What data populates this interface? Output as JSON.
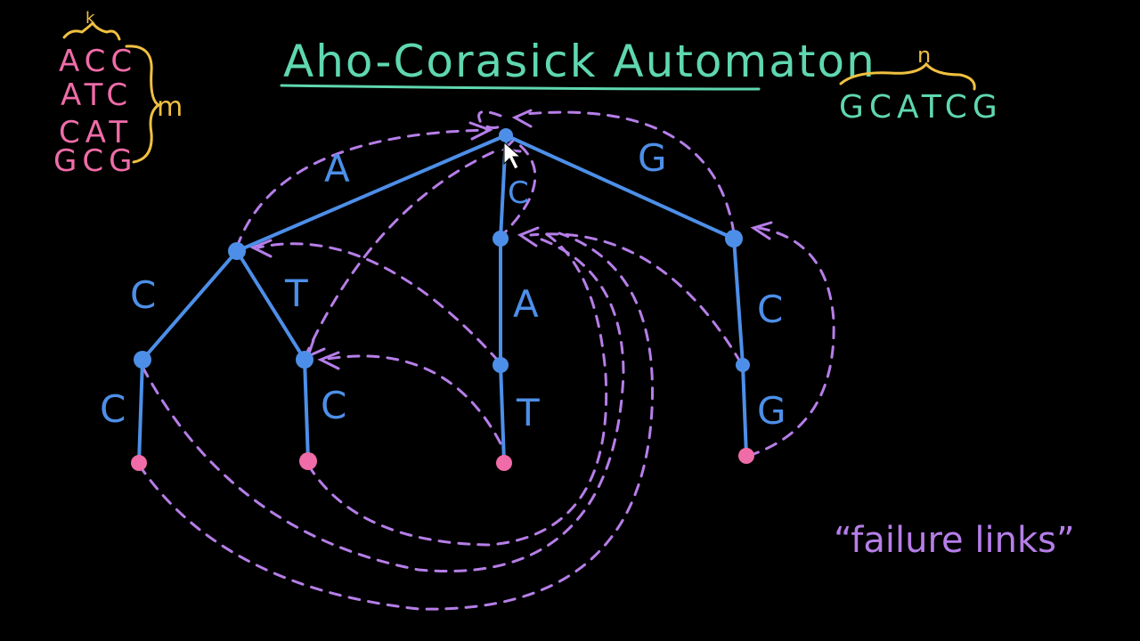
{
  "title": "Aho-Corasick Automaton",
  "patterns": {
    "items": [
      "ACC",
      "ATC",
      "CAT",
      "GCG"
    ],
    "length_label": "k",
    "count_label": "m"
  },
  "text": {
    "value": "GCATCG",
    "length_label": "n"
  },
  "trie": {
    "edge_labels": {
      "root_a": "A",
      "root_c": "C",
      "root_g": "G",
      "a_c": "C",
      "a_t": "T",
      "ac_c": "C",
      "at_c": "C",
      "c_a": "A",
      "ca_t": "T",
      "g_c": "C",
      "gc_g": "G"
    }
  },
  "annotation": "“failure links”",
  "colors": {
    "background": "#000000",
    "title": "#5fd7b0",
    "patterns": "#f06ca8",
    "braces": "#f0c040",
    "trie_edges": "#4d8fe8",
    "leaf_nodes": "#f06ca8",
    "failure_links": "#b67ee8"
  }
}
